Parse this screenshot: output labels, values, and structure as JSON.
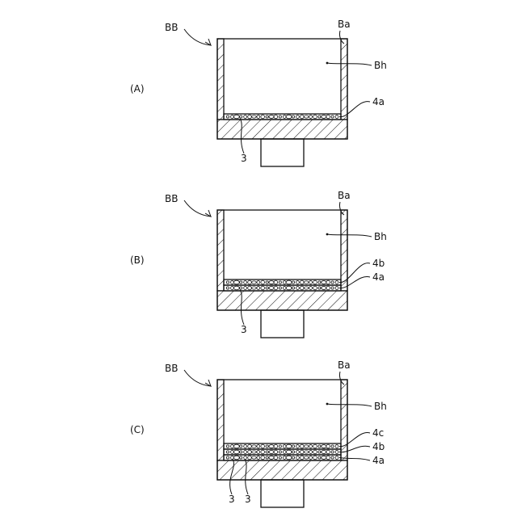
{
  "figure": {
    "panels": [
      {
        "id": "A",
        "panel_label": "(A)",
        "crucible_label": "BB",
        "opening_label": "Ba",
        "interior_label": "Bh",
        "layer_labels": [
          "4a"
        ],
        "particle_labels": [
          "3"
        ]
      },
      {
        "id": "B",
        "panel_label": "(B)",
        "crucible_label": "BB",
        "opening_label": "Ba",
        "interior_label": "Bh",
        "layer_labels": [
          "4b",
          "4a"
        ],
        "particle_labels": [
          "3"
        ]
      },
      {
        "id": "C",
        "panel_label": "(C)",
        "crucible_label": "BB",
        "opening_label": "Ba",
        "interior_label": "Bh",
        "layer_labels": [
          "4c",
          "4b",
          "4a"
        ],
        "particle_labels": [
          "3",
          "3"
        ]
      }
    ]
  }
}
